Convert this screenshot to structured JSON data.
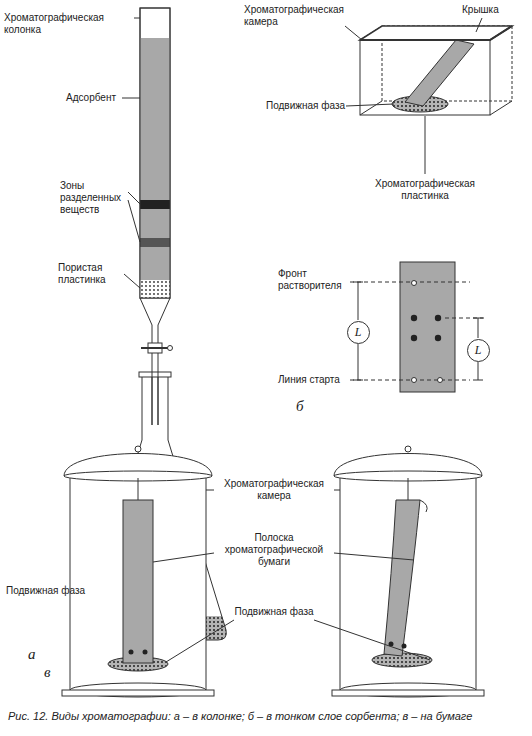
{
  "diagram": {
    "caption": "Рис. 12. Виды хроматографии: а – в колонке; б – в тонком слое сорбента; в – на бумаге",
    "nodes": [
      {
        "text": [
          "L"
        ]
      },
      {
        "text": [
          "L"
        ]
      }
    ],
    "labels": [
      "Хроматографическая колонка",
      "Адсорбент",
      "Зоны разделенных веществ",
      "Пористая пластинка",
      "Подвижная фаза",
      "а",
      "Хроматографическая камера",
      "Крышка",
      "Подвижная фаза",
      "Хроматографическая пластинка",
      "Фронт растворителя",
      "Линия старта",
      "б",
      "Хроматографическая камера",
      "Полоска хроматографической бумаги",
      "Подвижная фаза",
      "в"
    ]
  }
}
